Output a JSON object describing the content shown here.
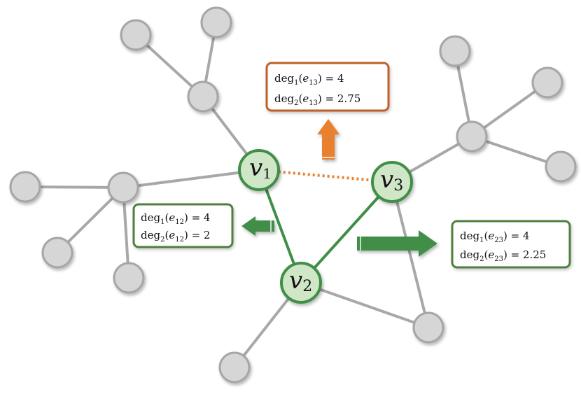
{
  "colors": {
    "grey_node_fill": "#d6d6d6",
    "grey_node_stroke": "#a6a6a6",
    "grey_edge": "#a8a8a8",
    "green": "#3f8e46",
    "green_node_fill": "#cfe7c6",
    "orange": "#e8802f",
    "box_green_border": "#4e7f3e",
    "box_orange_border": "#c15f26"
  },
  "nodes": {
    "v1": {
      "letter": "v",
      "index": "1"
    },
    "v2": {
      "letter": "v",
      "index": "2"
    },
    "v3": {
      "letter": "v",
      "index": "3"
    }
  },
  "boxes": {
    "e13": {
      "line1": {
        "deg": "deg",
        "deg_sub": "1",
        "open": "(",
        "e": "e",
        "e_sub": "13",
        "rest": ") = 4"
      },
      "line2": {
        "deg": "deg",
        "deg_sub": "2",
        "open": "(",
        "e": "e",
        "e_sub": "13",
        "rest": ") = 2.75"
      }
    },
    "e12": {
      "line1": {
        "deg": "deg",
        "deg_sub": "1",
        "open": "(",
        "e": "e",
        "e_sub": "12",
        "rest": ") = 4"
      },
      "line2": {
        "deg": "deg",
        "deg_sub": "2",
        "open": "(",
        "e": "e",
        "e_sub": "12",
        "rest": ") = 2"
      }
    },
    "e23": {
      "line1": {
        "deg": "deg",
        "deg_sub": "1",
        "open": "(",
        "e": "e",
        "e_sub": "23",
        "rest": ") = 4"
      },
      "line2": {
        "deg": "deg",
        "deg_sub": "2",
        "open": "(",
        "e": "e",
        "e_sub": "23",
        "rest": ") = 2.25"
      }
    }
  },
  "arrows": {
    "e13": {
      "direction": "up",
      "color": "orange"
    },
    "e12": {
      "direction": "left",
      "color": "green"
    },
    "e23": {
      "direction": "right",
      "color": "green"
    }
  }
}
